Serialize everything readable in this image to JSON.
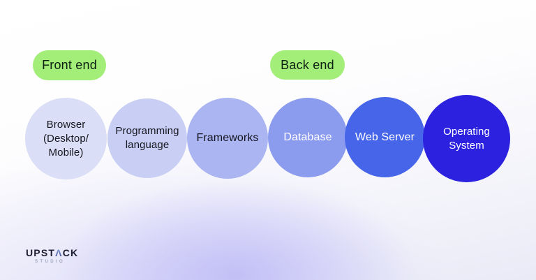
{
  "pills": [
    {
      "id": "front-end",
      "label": "Front end",
      "bg": "#a3ee78",
      "text_color": "#0e2013"
    },
    {
      "id": "back-end",
      "label": "Back end",
      "bg": "#a3ee78",
      "text_color": "#0e2013"
    }
  ],
  "circles": [
    {
      "id": "browser",
      "lines": [
        "Browser",
        "(Desktop/",
        "Mobile)"
      ],
      "fill": "#dadef6",
      "text_color": "#17171f"
    },
    {
      "id": "programming-language",
      "lines": [
        "Programming",
        "language"
      ],
      "fill": "#c8cef4",
      "text_color": "#17171f"
    },
    {
      "id": "frameworks",
      "lines": [
        "Frameworks"
      ],
      "fill": "#aab5f1",
      "text_color": "#14141f"
    },
    {
      "id": "database",
      "lines": [
        "Database"
      ],
      "fill": "#8b9bee",
      "text_color": "#ffffff"
    },
    {
      "id": "web-server",
      "lines": [
        "Web Server"
      ],
      "fill": "#4765e8",
      "text_color": "#ffffff"
    },
    {
      "id": "operating-system",
      "lines": [
        "Operating",
        "System"
      ],
      "fill": "#2b21de",
      "text_color": "#ffffff"
    }
  ],
  "logo": {
    "wordmark_left": "UPST",
    "caret": "Λ",
    "wordmark_right": "CK",
    "subtitle": "STUDIO",
    "wordmark_color": "#1d1d31",
    "caret_colors": [
      "#9db8ea",
      "#2c3a7d"
    ],
    "subtitle_color": "#7f87a0"
  }
}
